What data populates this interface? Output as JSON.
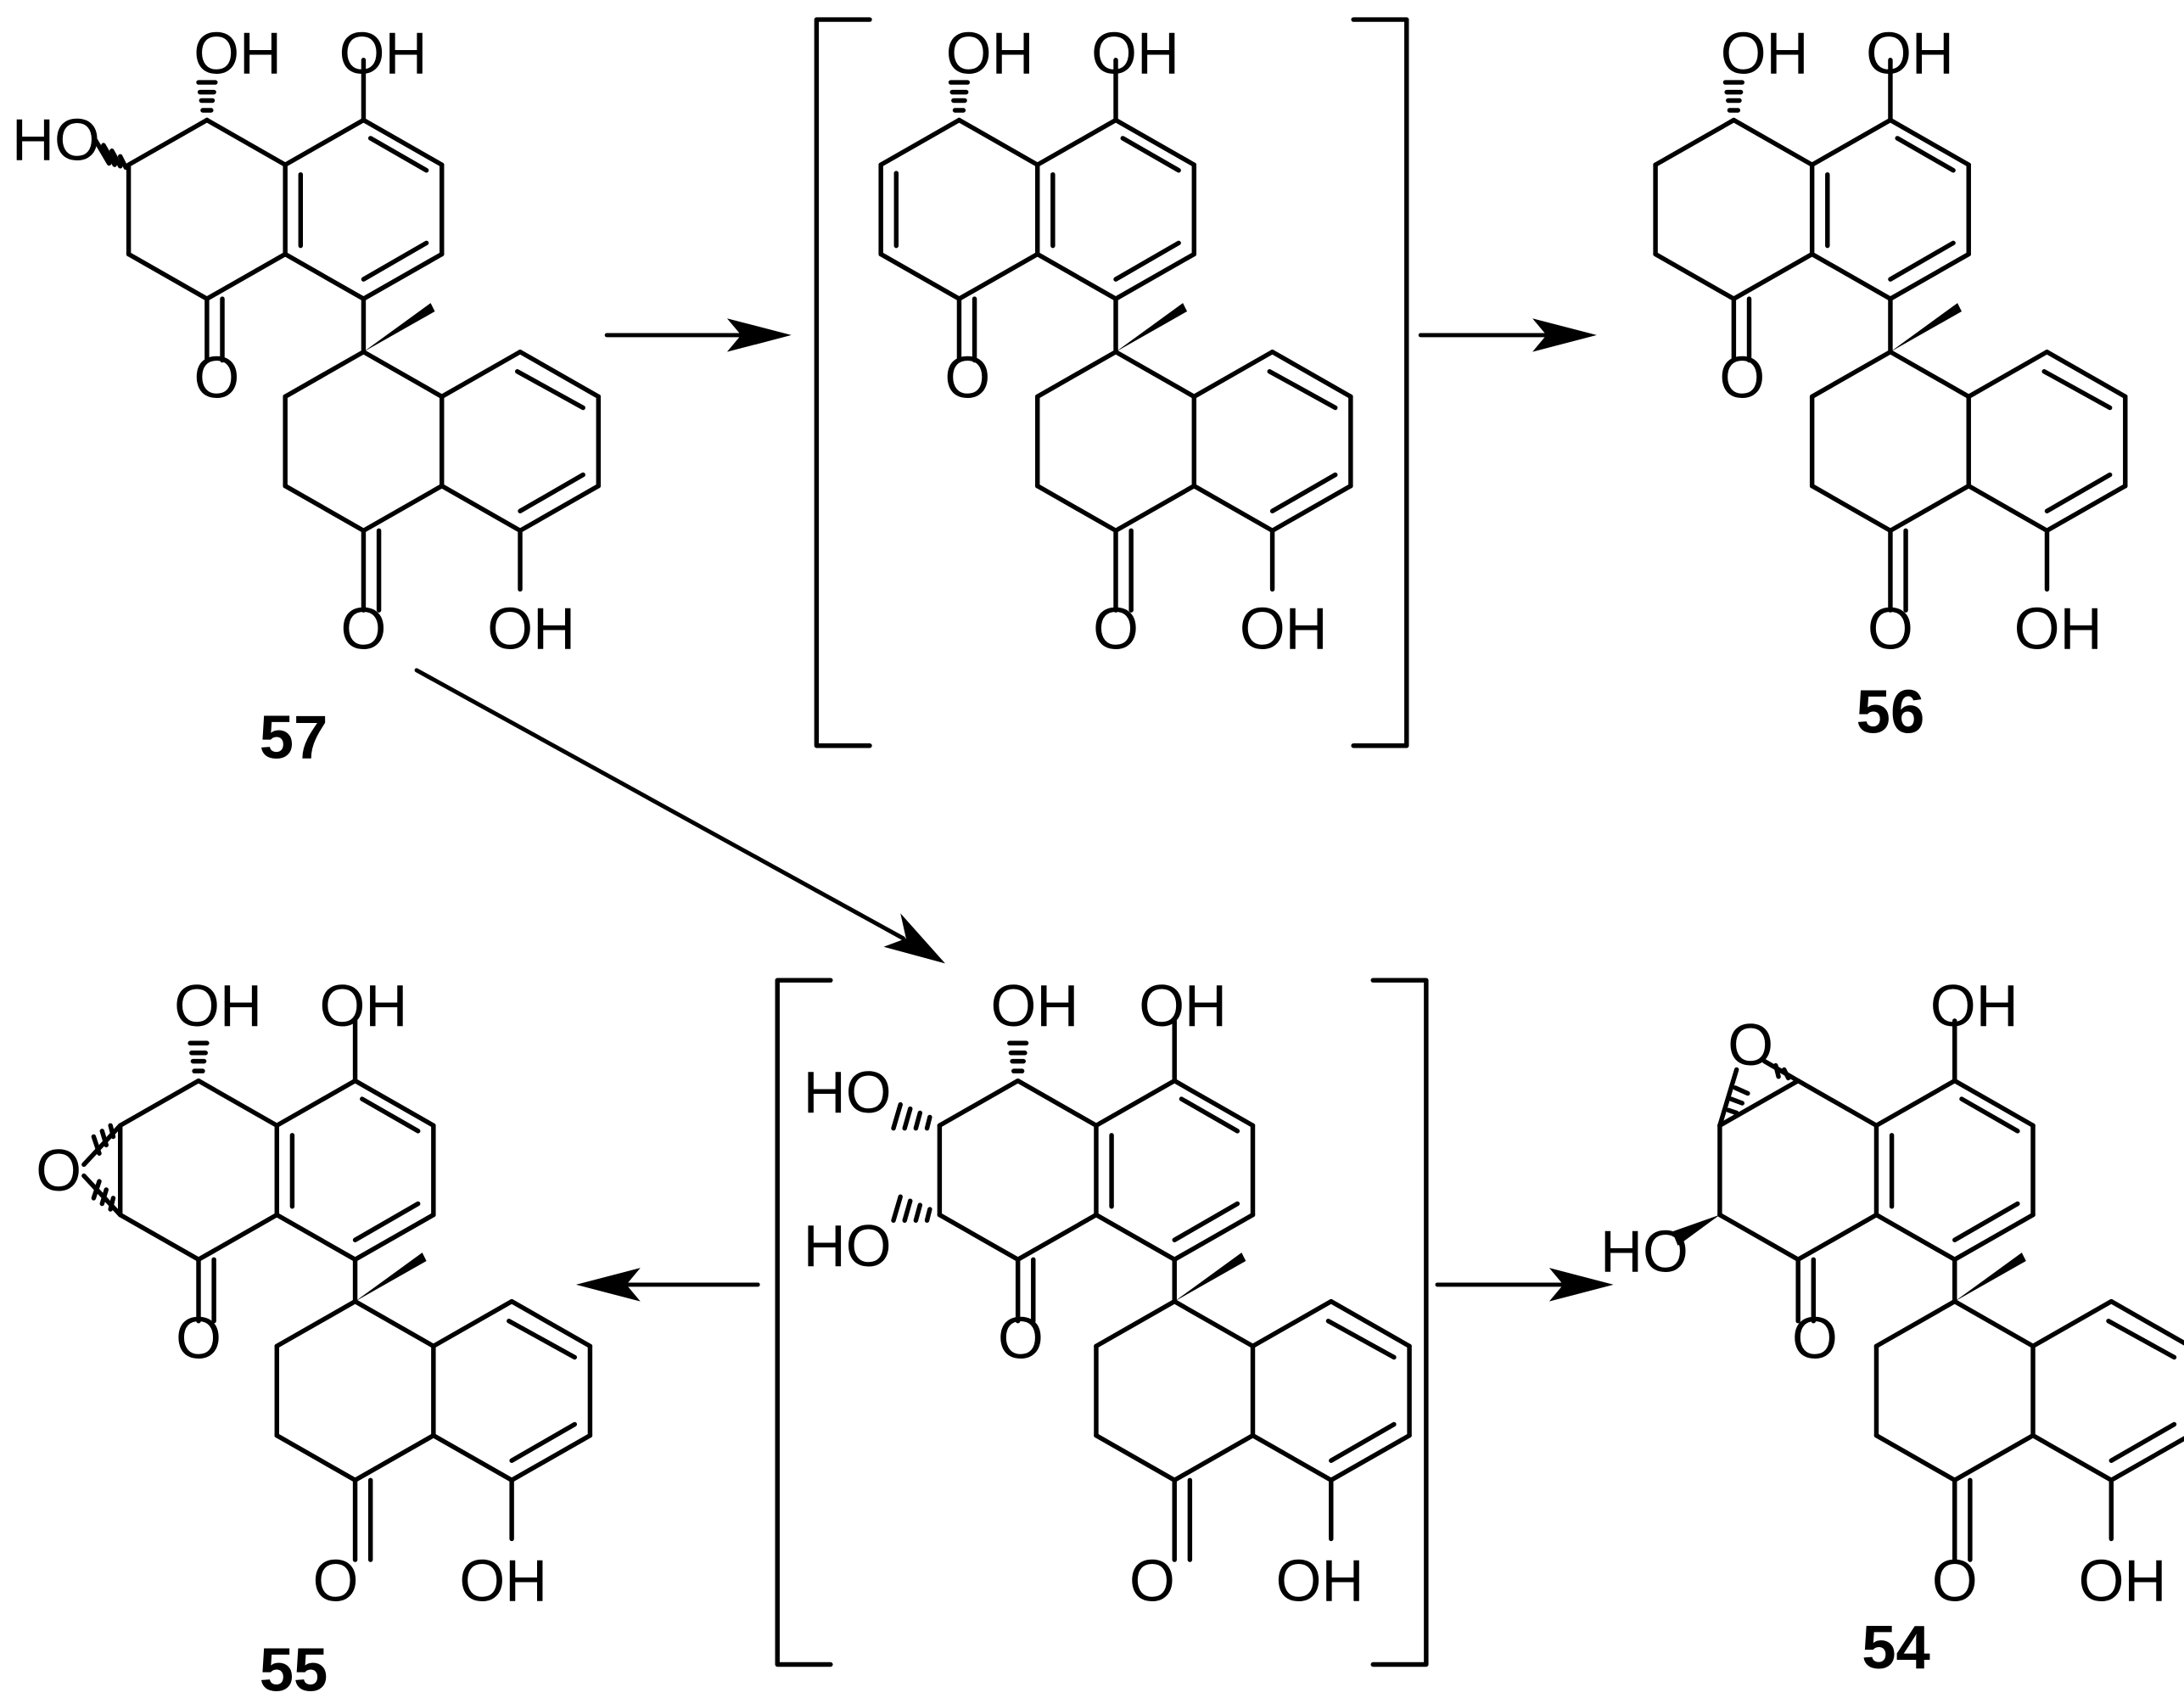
{
  "labels": {
    "oh": "OH",
    "ho": "HO",
    "o": "O"
  },
  "compounds": {
    "c57": "57",
    "c56": "56",
    "c55": "55",
    "c54": "54"
  }
}
